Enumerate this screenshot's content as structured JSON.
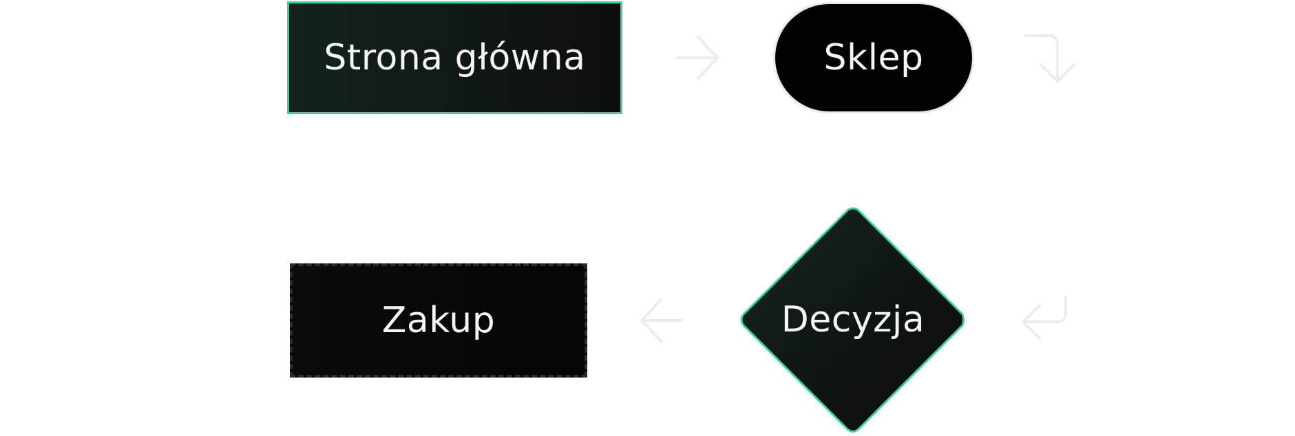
{
  "diagram": {
    "nodes": {
      "home": "Strona główna",
      "shop": "Sklep",
      "decision": "Decyzja",
      "buy": "Zakup"
    },
    "colors": {
      "accent_border": "#3fcf9f",
      "node_fill_dark": "#050506",
      "connector": "#ececf0",
      "label_text": "#f4f4f6"
    },
    "icons": [
      "arrow-right-icon",
      "arrow-turn-down-icon",
      "arrow-turn-left-icon",
      "arrow-left-icon"
    ]
  }
}
